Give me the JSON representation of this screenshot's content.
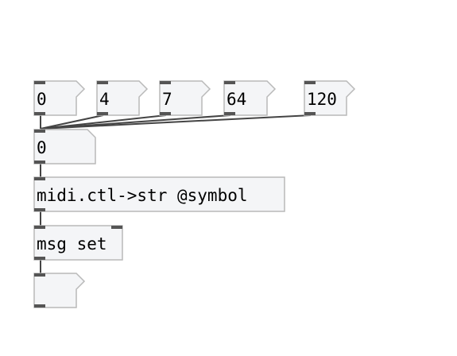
{
  "patch": {
    "atoms": {
      "a0": "0",
      "a4": "4",
      "a7": "7",
      "a64": "64",
      "a120": "120",
      "target": "0",
      "out": ""
    },
    "objects": {
      "converter": "midi.ctl->str @symbol"
    },
    "messages": {
      "msg_set": "msg set"
    }
  },
  "colors": {
    "box_fill": "#f4f5f7",
    "box_border": "#b9b9b9",
    "inlet": "#555555",
    "cord": "#444444"
  }
}
